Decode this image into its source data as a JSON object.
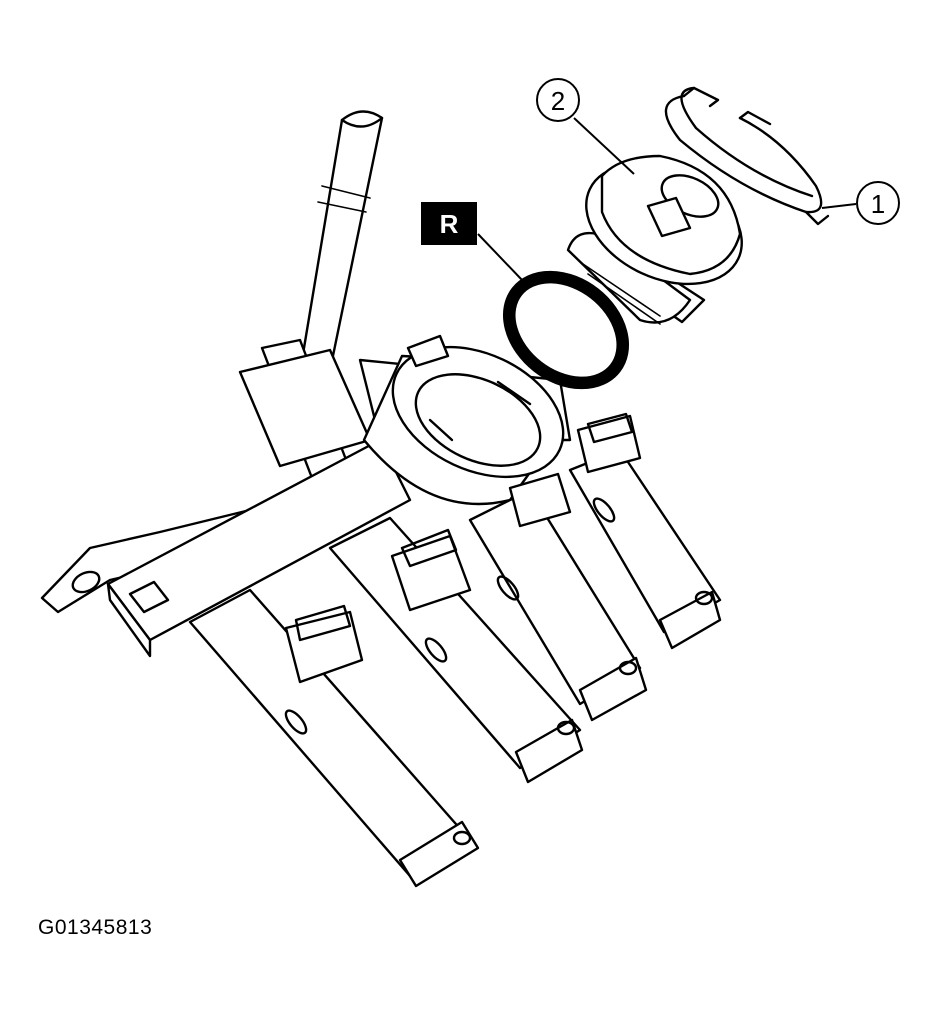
{
  "callouts": {
    "one": "1",
    "two": "2",
    "replace": "R"
  },
  "figure_id": "G01345813",
  "colors": {
    "ink": "#000000",
    "paper": "#ffffff"
  }
}
